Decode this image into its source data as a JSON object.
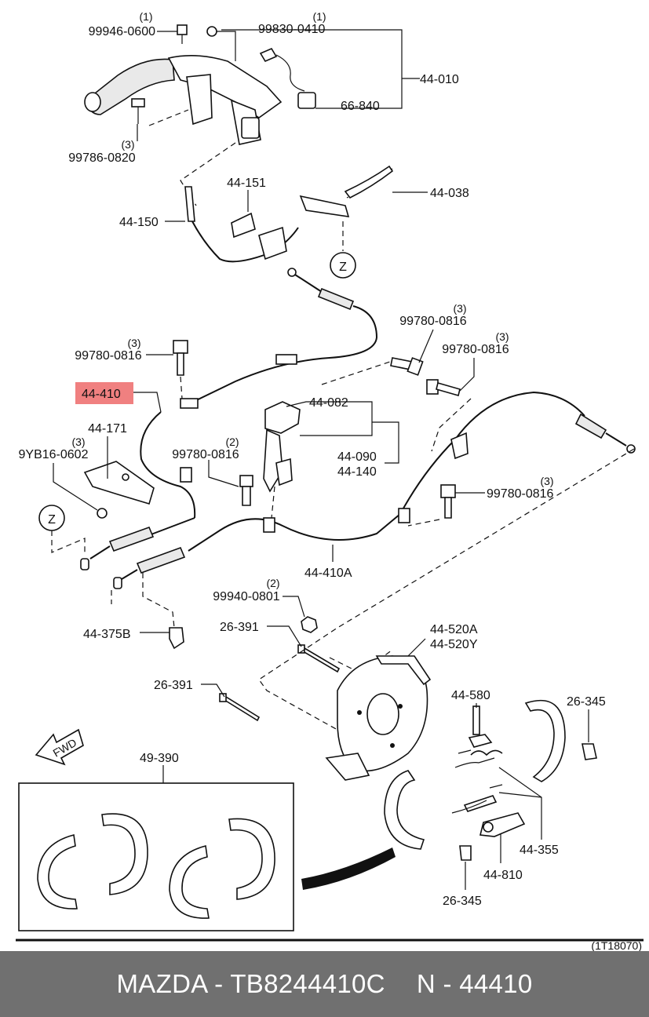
{
  "diagram": {
    "labels": {
      "p99946": "99946-0600",
      "p99830": "99830-0410",
      "p44010": "44-010",
      "p66840": "66-840",
      "p99786": "99786-0820",
      "p44151": "44-151",
      "p44038": "44-038",
      "p44150": "44-150",
      "z1": "Z",
      "p99780a": "99780-0816",
      "p99780b": "99780-0816",
      "p99780c": "99780-0816",
      "p99780d": "99780-0816",
      "p99780e": "99780-0816",
      "p44410": "44-410",
      "p44082": "44-082",
      "p44171": "44-171",
      "p9yb16": "9YB16-0602",
      "p44090": "44-090",
      "p44140": "44-140",
      "z2": "Z",
      "p44410a": "44-410A",
      "p99940": "99940-0801",
      "p26391a": "26-391",
      "p26391b": "26-391",
      "p44520a": "44-520A",
      "p44520y": "44-520Y",
      "p44375b": "44-375B",
      "p44580": "44-580",
      "p26345a": "26-345",
      "p26345b": "26-345",
      "p49390": "49-390",
      "p44355": "44-355",
      "p44810": "44-810",
      "fwd": "FWD",
      "drawing_id": "(1T18070)"
    },
    "quantities": {
      "q99946": "(1)",
      "q99830": "(1)",
      "q99786": "(3)",
      "q99780a": "(3)",
      "q99780b": "(3)",
      "q99780c": "(3)",
      "q99780d": "(2)",
      "q99780e": "(3)",
      "q9yb16": "(3)",
      "q99940": "(2)"
    },
    "highlight": {
      "part": "44-410",
      "color": "#f08080"
    }
  },
  "footer": {
    "brand": "MAZDA",
    "separator": "-",
    "catalog": "TB8244410C",
    "prefix": "N",
    "part_number": "44410",
    "background": "#707070"
  }
}
